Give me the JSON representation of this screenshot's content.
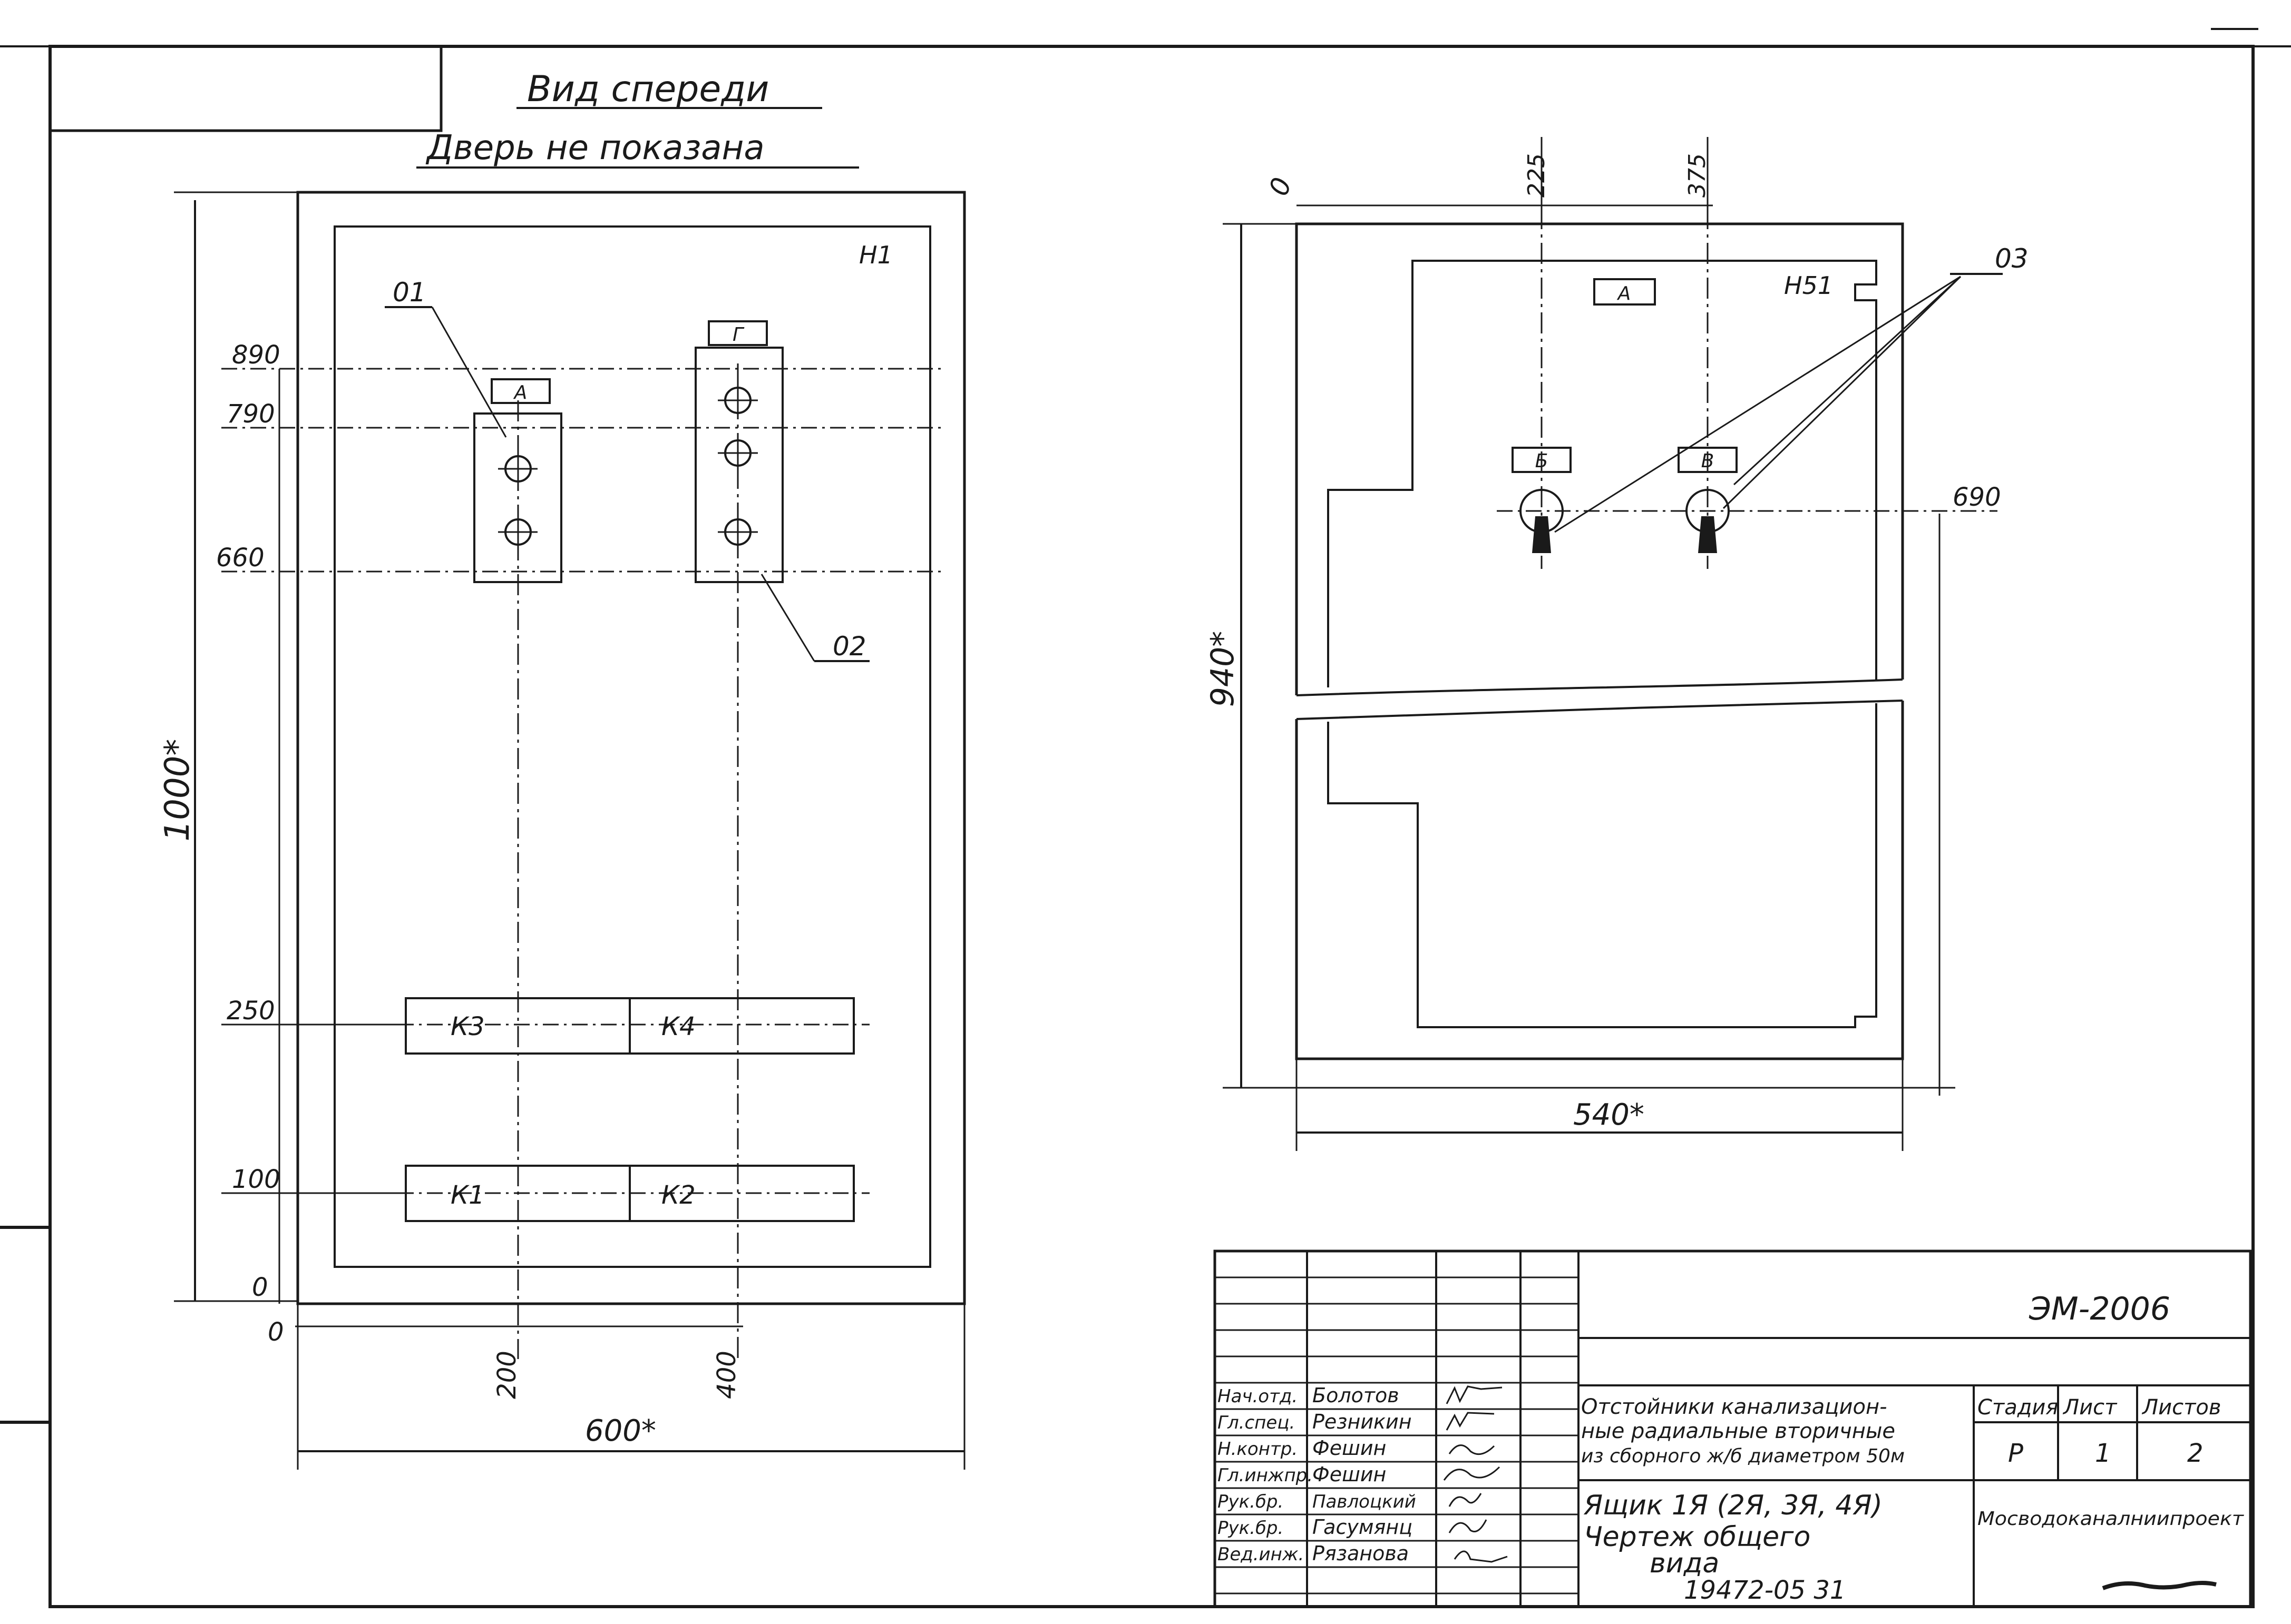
{
  "left_view": {
    "title": "Вид спереди",
    "subtitle": "Дверь не показана",
    "panel_label": "Н1",
    "callouts": [
      "01",
      "02"
    ],
    "device_tags": [
      "А",
      "Г"
    ],
    "dim_levels": [
      "890",
      "790",
      "660",
      "250",
      "100",
      "0"
    ],
    "height_dim": "1000*",
    "width_dim": "600*",
    "x_zero": "0",
    "x_dims": [
      "200",
      "400"
    ],
    "terminals": [
      "К3",
      "К4",
      "К1",
      "К2"
    ]
  },
  "right_view": {
    "zero_label": "0",
    "top_dims": [
      "225",
      "375"
    ],
    "callout": "03",
    "panel_label": "Н51",
    "tag_top": "А",
    "tags": [
      "Б",
      "В"
    ],
    "level": "690",
    "height_dim": "940*",
    "width_dim": "540*"
  },
  "title_block": {
    "code": "ЭМ-2006",
    "roles": [
      "Нач.отд.",
      "Гл.спец.",
      "Н.контр.",
      "Гл.инжпр.",
      "Рук.бр.",
      "Рук.бр.",
      "Вед.инж."
    ],
    "names": [
      "Болотов",
      "Резникин",
      "Фешин",
      "Фешин",
      "Павлоцкий",
      "Гасумянц",
      "Рязанова"
    ],
    "project": "Отстойники канализацион-ные радиальные вторичные из сборного ж/б диаметром 50м",
    "project_lines": [
      "Отстойники канализацион-",
      "ные радиальные вторичные",
      "из сборного ж/б диаметром 50м"
    ],
    "drawing": "Ящик 1Я (2Я, 3Я, 4Я) Чертеж общего вида",
    "drawing_lines": [
      "Ящик 1Я (2Я, 3Я, 4Я)",
      "Чертеж общего",
      "вида"
    ],
    "stage_label": "Стадия",
    "sheet_label": "Лист",
    "sheets_label": "Листов",
    "stage": "Р",
    "sheet": "1",
    "sheets": "2",
    "organization": "Мосводоканалниипроект"
  },
  "footer": {
    "number": "19472-05 31"
  }
}
